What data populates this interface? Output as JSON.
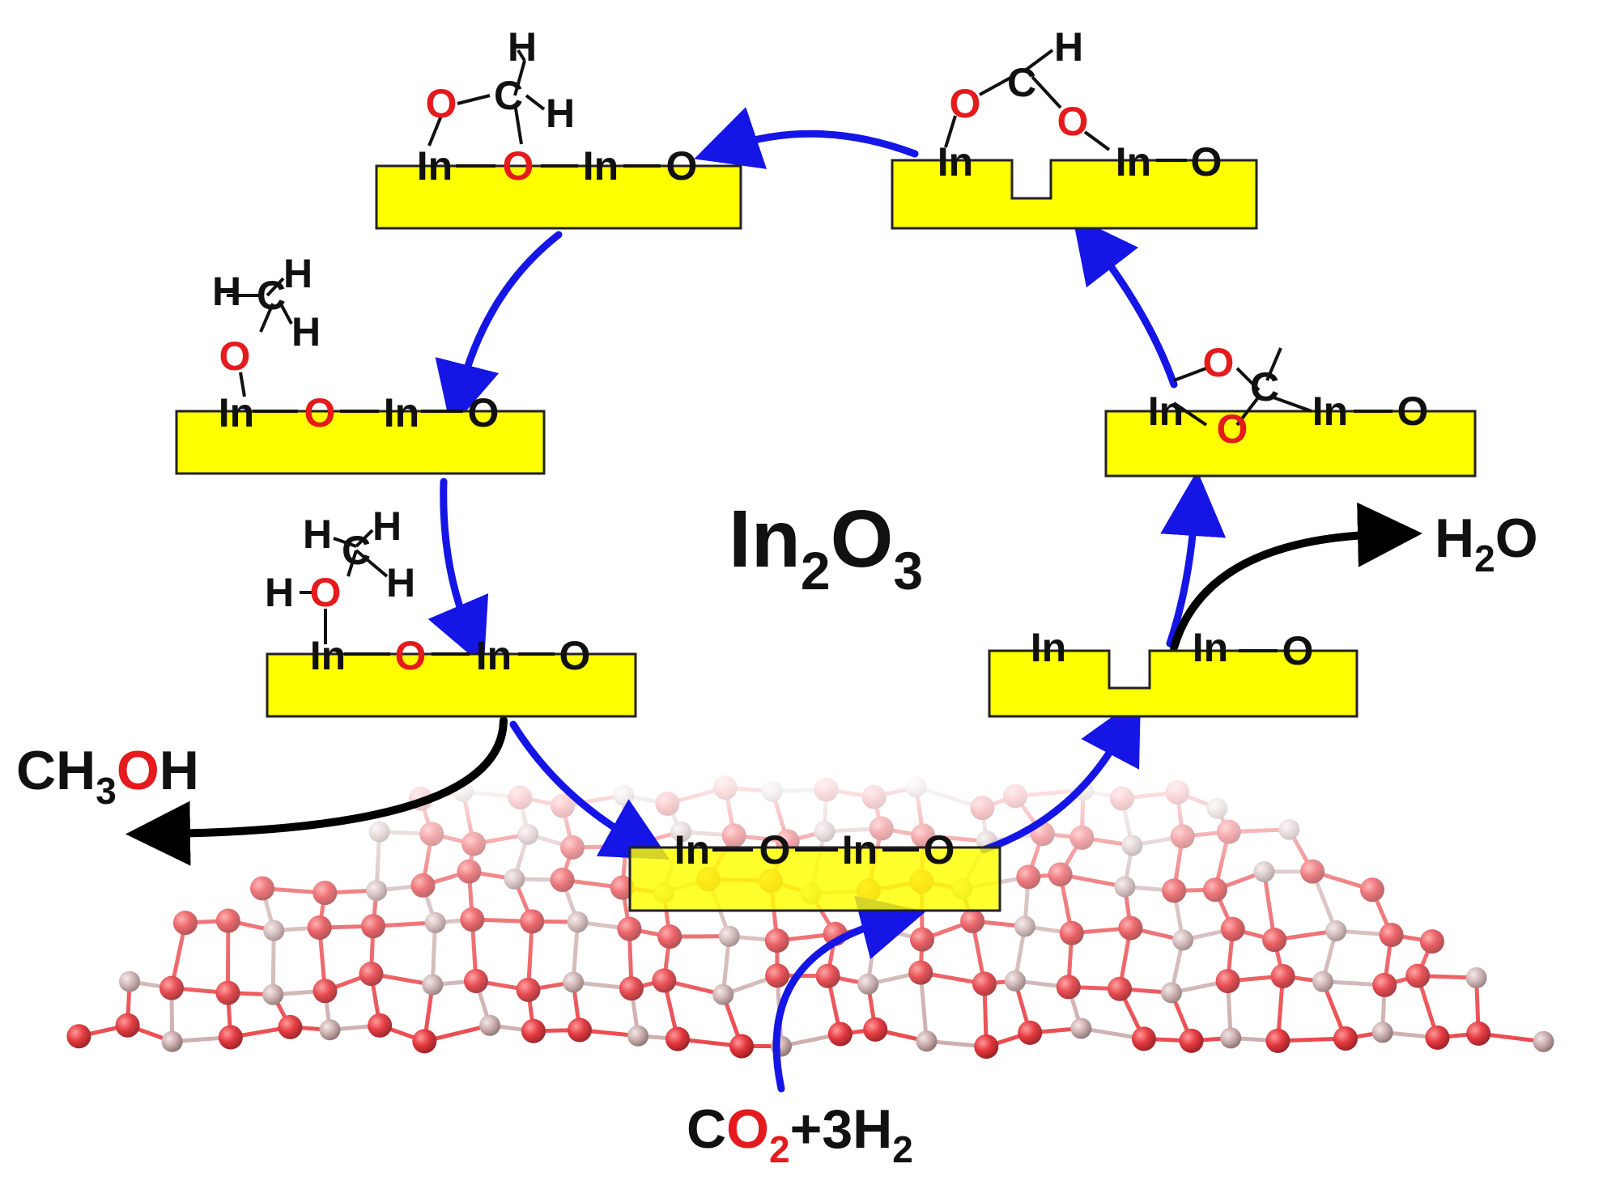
{
  "colors": {
    "cycle_arrow": "#1515e6",
    "side_arrow": "#000000",
    "oxygen": "#e41a1c",
    "slab_fill": "#ffff00",
    "slab_stroke": "#222222",
    "indium_atom": "#c9a6a6",
    "oxygen_atom": "#e8353a"
  },
  "center_label": {
    "main": "In",
    "sub1": "2",
    "mid": "O",
    "sub2": "3"
  },
  "products": {
    "water": {
      "a": "H",
      "sub": "2",
      "b": "O"
    },
    "methanol": {
      "a": "CH",
      "sub": "3",
      "o": "O",
      "b": "H"
    }
  },
  "reactants": {
    "c": "C",
    "o": "O",
    "osub": "2",
    "rest": "+3H",
    "hsub": "2"
  },
  "atoms": {
    "in": "In",
    "o": "O",
    "c": "C",
    "h": "H"
  }
}
